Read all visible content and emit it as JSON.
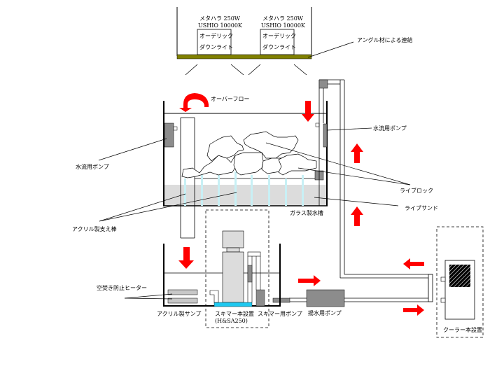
{
  "diagram": {
    "title": "Aquarium overflow filtration system",
    "colors": {
      "arrow": "#ff0000",
      "pump": "#8c8c8c",
      "sand": "#dcdcdc",
      "support_rod": "#c8f0f5",
      "skimmer_base": "#1ec8f0",
      "angle_bar": "#808000",
      "skimmer_body": "#dcdcdc"
    },
    "lights": [
      {
        "lamp_line1": "メタハラ 250W",
        "lamp_line2": "USHIO 10000K",
        "fixture_line1": "オーデリック",
        "fixture_line2": "ダウンライト"
      },
      {
        "lamp_line1": "メタハラ 250W",
        "lamp_line2": "USHIO 10000K",
        "fixture_line1": "オーデリック",
        "fixture_line2": "ダウンライト"
      }
    ],
    "labels": {
      "angle_bar": "アングル材による連結",
      "overflow": "オーバーフロー",
      "circulation_pump_right": "水流用ポンプ",
      "circulation_pump_left": "水流用ポンプ",
      "live_rock": "ライブロック",
      "live_sand": "ライブサンド",
      "glass_tank": "ガラス製水槽",
      "acrylic_support": "アクリル製支え棒",
      "heater": "空焚き防止ヒーター",
      "acrylic_sump": "アクリル製サンプ",
      "skimmer_line1": "スキマー本設置",
      "skimmer_line2": "(H&SA250)",
      "skimmer_pump": "スキマー用ポンプ",
      "return_pump": "揚水用ポンプ",
      "cooler": "クーラー本設置"
    }
  }
}
